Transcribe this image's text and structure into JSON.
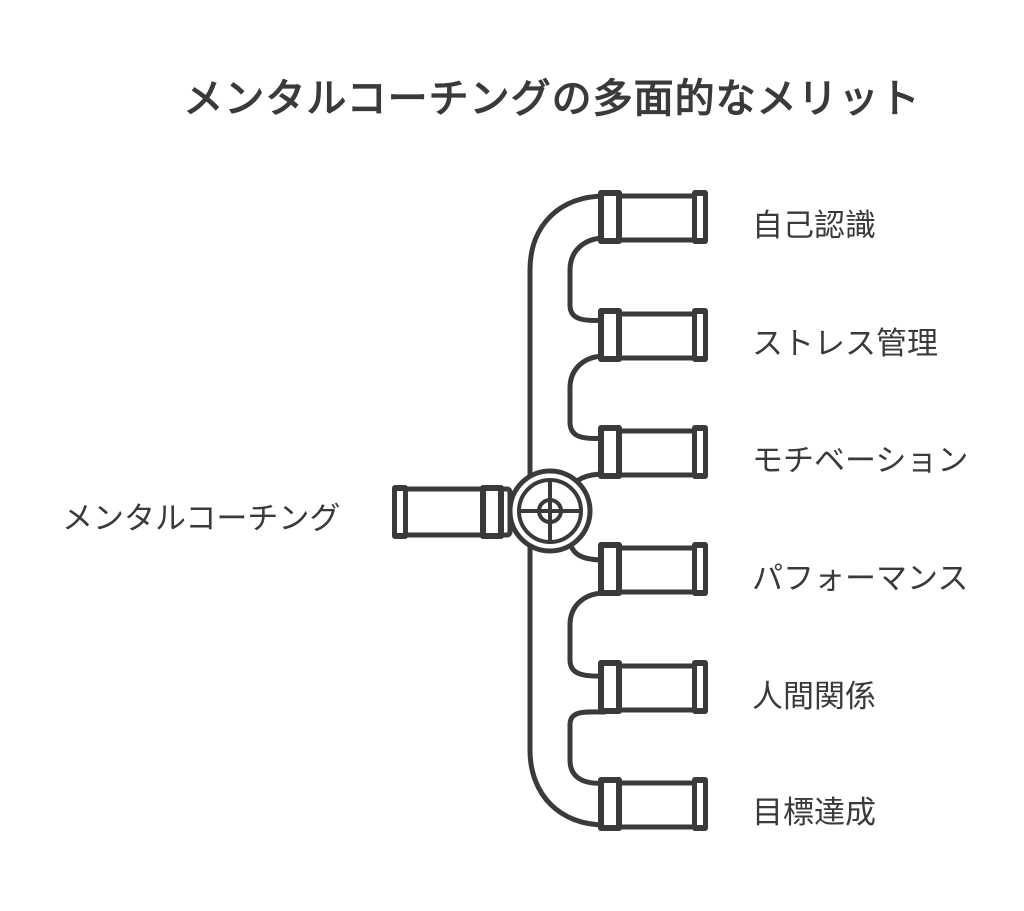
{
  "title": "メンタルコーチングの多面的なメリット",
  "source": {
    "label": "メンタルコーチング"
  },
  "branches": [
    {
      "label": "自己認識"
    },
    {
      "label": "ストレス管理"
    },
    {
      "label": "モチベーション"
    },
    {
      "label": "パフォーマンス"
    },
    {
      "label": "人間関係"
    },
    {
      "label": "目標達成"
    }
  ],
  "colors": {
    "line": "#3a3a3a",
    "background": "#ffffff"
  },
  "icons": [
    "valve-icon",
    "pipe-icon"
  ]
}
